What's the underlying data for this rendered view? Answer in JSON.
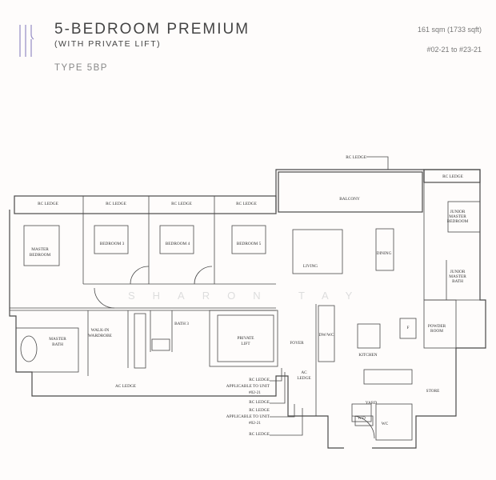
{
  "header": {
    "title": "5-BEDROOM PREMIUM",
    "subtitle": "(WITH PRIVATE LIFT)",
    "type": "TYPE 5BP",
    "area": "161 sqm (1733 sqft)",
    "units": "#02-21 to #23-21"
  },
  "colors": {
    "logo": "#9b93c9",
    "wall": "#4a4a4a"
  },
  "watermark": "SHARON TAY",
  "plan": {
    "rc_ledge": "RC LEDGE",
    "balcony": "BALCONY",
    "master_bedroom": [
      "MASTER",
      "BEDROOM"
    ],
    "bedroom3": "BEDROOM 3",
    "bedroom4": "BEDROOM 4",
    "bedroom5": "BEDROOM 5",
    "living": "LIVING",
    "dining": "DINING",
    "junior_master_bedroom": [
      "JUNIOR",
      "MASTER",
      "BEDROOM"
    ],
    "junior_master_bath": [
      "JUNIOR",
      "MASTER",
      "BATH"
    ],
    "master_bath": [
      "MASTER",
      "BATH"
    ],
    "walk_in_wardrobe": [
      "WALK-IN",
      "WARDROBE"
    ],
    "bath3": "BATH 3",
    "private_lift": [
      "PRIVATE",
      "LIFT"
    ],
    "foyer": "FOYER",
    "dw": "DW/WC",
    "kitchen": "KITCHEN",
    "fridge": "F",
    "powder_room": [
      "POWDER",
      "ROOM"
    ],
    "ac_ledge": "AC LEDGE",
    "ac_ledge_split": [
      "AC",
      "LEDGE"
    ],
    "yard": "YARD",
    "store": "STORE",
    "wd": "W.D",
    "wc": "WC",
    "applicable": "APPLICABLE TO UNIT",
    "unit": "#02-21"
  }
}
